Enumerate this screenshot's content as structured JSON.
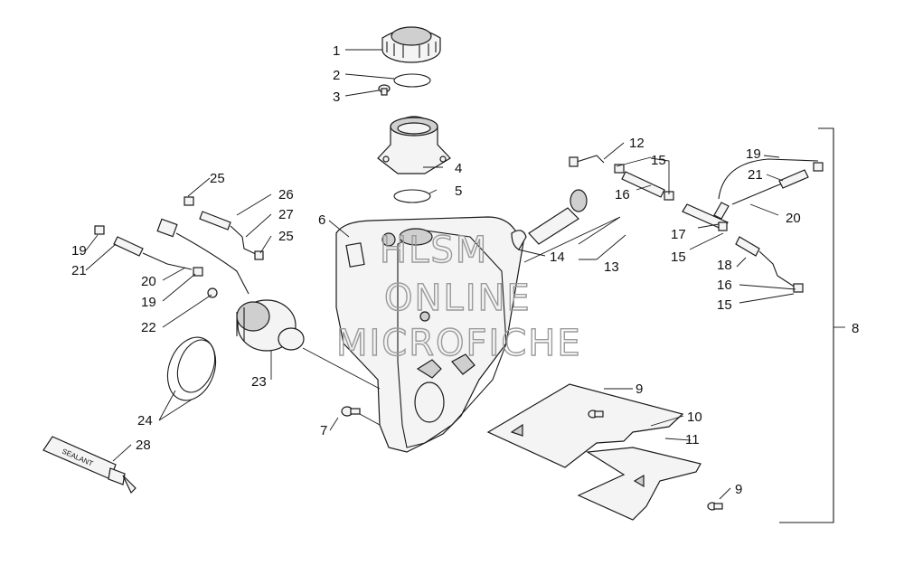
{
  "callouts": [
    {
      "id": "c1",
      "text": "1"
    },
    {
      "id": "c2",
      "text": "2"
    },
    {
      "id": "c3",
      "text": "3"
    },
    {
      "id": "c4",
      "text": "4"
    },
    {
      "id": "c5",
      "text": "5"
    },
    {
      "id": "c6",
      "text": "6"
    },
    {
      "id": "c7",
      "text": "7"
    },
    {
      "id": "c8",
      "text": "8"
    },
    {
      "id": "c9a",
      "text": "9"
    },
    {
      "id": "c9b",
      "text": "9"
    },
    {
      "id": "c10",
      "text": "10"
    },
    {
      "id": "c11",
      "text": "11"
    },
    {
      "id": "c12",
      "text": "12"
    },
    {
      "id": "c13",
      "text": "13"
    },
    {
      "id": "c14",
      "text": "14"
    },
    {
      "id": "c15a",
      "text": "15"
    },
    {
      "id": "c15b",
      "text": "15"
    },
    {
      "id": "c15c",
      "text": "15"
    },
    {
      "id": "c16a",
      "text": "16"
    },
    {
      "id": "c16b",
      "text": "16"
    },
    {
      "id": "c17",
      "text": "17"
    },
    {
      "id": "c18",
      "text": "18"
    },
    {
      "id": "c19a",
      "text": "19"
    },
    {
      "id": "c19b",
      "text": "19"
    },
    {
      "id": "c19c",
      "text": "19"
    },
    {
      "id": "c20a",
      "text": "20"
    },
    {
      "id": "c20b",
      "text": "20"
    },
    {
      "id": "c21a",
      "text": "21"
    },
    {
      "id": "c21b",
      "text": "21"
    },
    {
      "id": "c22",
      "text": "22"
    },
    {
      "id": "c23",
      "text": "23"
    },
    {
      "id": "c24",
      "text": "24"
    },
    {
      "id": "c25a",
      "text": "25"
    },
    {
      "id": "c25b",
      "text": "25"
    },
    {
      "id": "c26",
      "text": "26"
    },
    {
      "id": "c27",
      "text": "27"
    },
    {
      "id": "c28",
      "text": "28"
    }
  ],
  "watermark": {
    "line1": "HLSM",
    "line2": "ONLINE",
    "line3": "MICROFICHE"
  },
  "part_text": {
    "sealant": "SEALANT"
  },
  "colors": {
    "ink": "#1a1a1a",
    "watermark": "#9a9a9a",
    "background": "#ffffff"
  }
}
